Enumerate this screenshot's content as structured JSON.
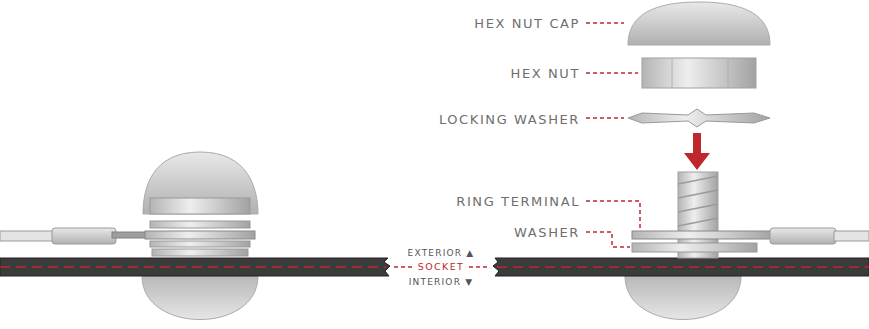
{
  "diagram": {
    "labels": [
      "HEX NUT CAP",
      "HEX NUT",
      "LOCKING WASHER",
      "RING TERMINAL",
      "WASHER",
      "EXTERIOR ▲",
      "SOCKET",
      "INTERIOR ▼"
    ]
  }
}
